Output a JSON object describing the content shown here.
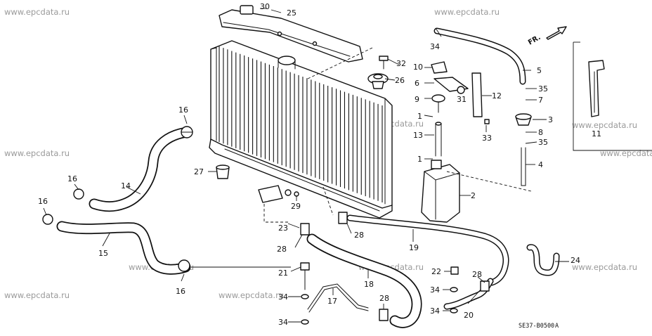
{
  "watermark": "www.epcdata.ru",
  "direction_label": "FR.",
  "diagram_code": "SE37-B0500",
  "diagram_code_suffix": "A",
  "colors": {
    "line": "#111111",
    "watermark": "#9a9a9a",
    "background": "#ffffff"
  },
  "callouts": [
    {
      "id": "c30",
      "text": "30"
    },
    {
      "id": "c25",
      "text": "25"
    },
    {
      "id": "c34a",
      "text": "34"
    },
    {
      "id": "c5",
      "text": "5"
    },
    {
      "id": "c32",
      "text": "32"
    },
    {
      "id": "c10",
      "text": "10"
    },
    {
      "id": "c26",
      "text": "26"
    },
    {
      "id": "c6",
      "text": "6"
    },
    {
      "id": "c35a",
      "text": "35"
    },
    {
      "id": "c12",
      "text": "12"
    },
    {
      "id": "c7",
      "text": "7"
    },
    {
      "id": "c9",
      "text": "9"
    },
    {
      "id": "c31",
      "text": "31"
    },
    {
      "id": "c3",
      "text": "3"
    },
    {
      "id": "c1a",
      "text": "1"
    },
    {
      "id": "c8",
      "text": "8"
    },
    {
      "id": "c13",
      "text": "13"
    },
    {
      "id": "c33",
      "text": "33"
    },
    {
      "id": "c35b",
      "text": "35"
    },
    {
      "id": "c11",
      "text": "11"
    },
    {
      "id": "c1b",
      "text": "1"
    },
    {
      "id": "c4",
      "text": "4"
    },
    {
      "id": "c16a",
      "text": "16"
    },
    {
      "id": "c27",
      "text": "27"
    },
    {
      "id": "c2",
      "text": "2"
    },
    {
      "id": "c14",
      "text": "14"
    },
    {
      "id": "c16b",
      "text": "16"
    },
    {
      "id": "c16c",
      "text": "16"
    },
    {
      "id": "c29",
      "text": "29"
    },
    {
      "id": "c23",
      "text": "23"
    },
    {
      "id": "c28a",
      "text": "28"
    },
    {
      "id": "c15",
      "text": "15"
    },
    {
      "id": "c28b",
      "text": "28"
    },
    {
      "id": "c19",
      "text": "19"
    },
    {
      "id": "c24",
      "text": "24"
    },
    {
      "id": "c21",
      "text": "21"
    },
    {
      "id": "c16d",
      "text": "16"
    },
    {
      "id": "c22",
      "text": "22"
    },
    {
      "id": "c28c",
      "text": "28"
    },
    {
      "id": "c18",
      "text": "18"
    },
    {
      "id": "c34b",
      "text": "34"
    },
    {
      "id": "c34c",
      "text": "34"
    },
    {
      "id": "c17",
      "text": "17"
    },
    {
      "id": "c28d",
      "text": "28"
    },
    {
      "id": "c20",
      "text": "20"
    },
    {
      "id": "c34d",
      "text": "34"
    },
    {
      "id": "c34e",
      "text": "34"
    }
  ]
}
